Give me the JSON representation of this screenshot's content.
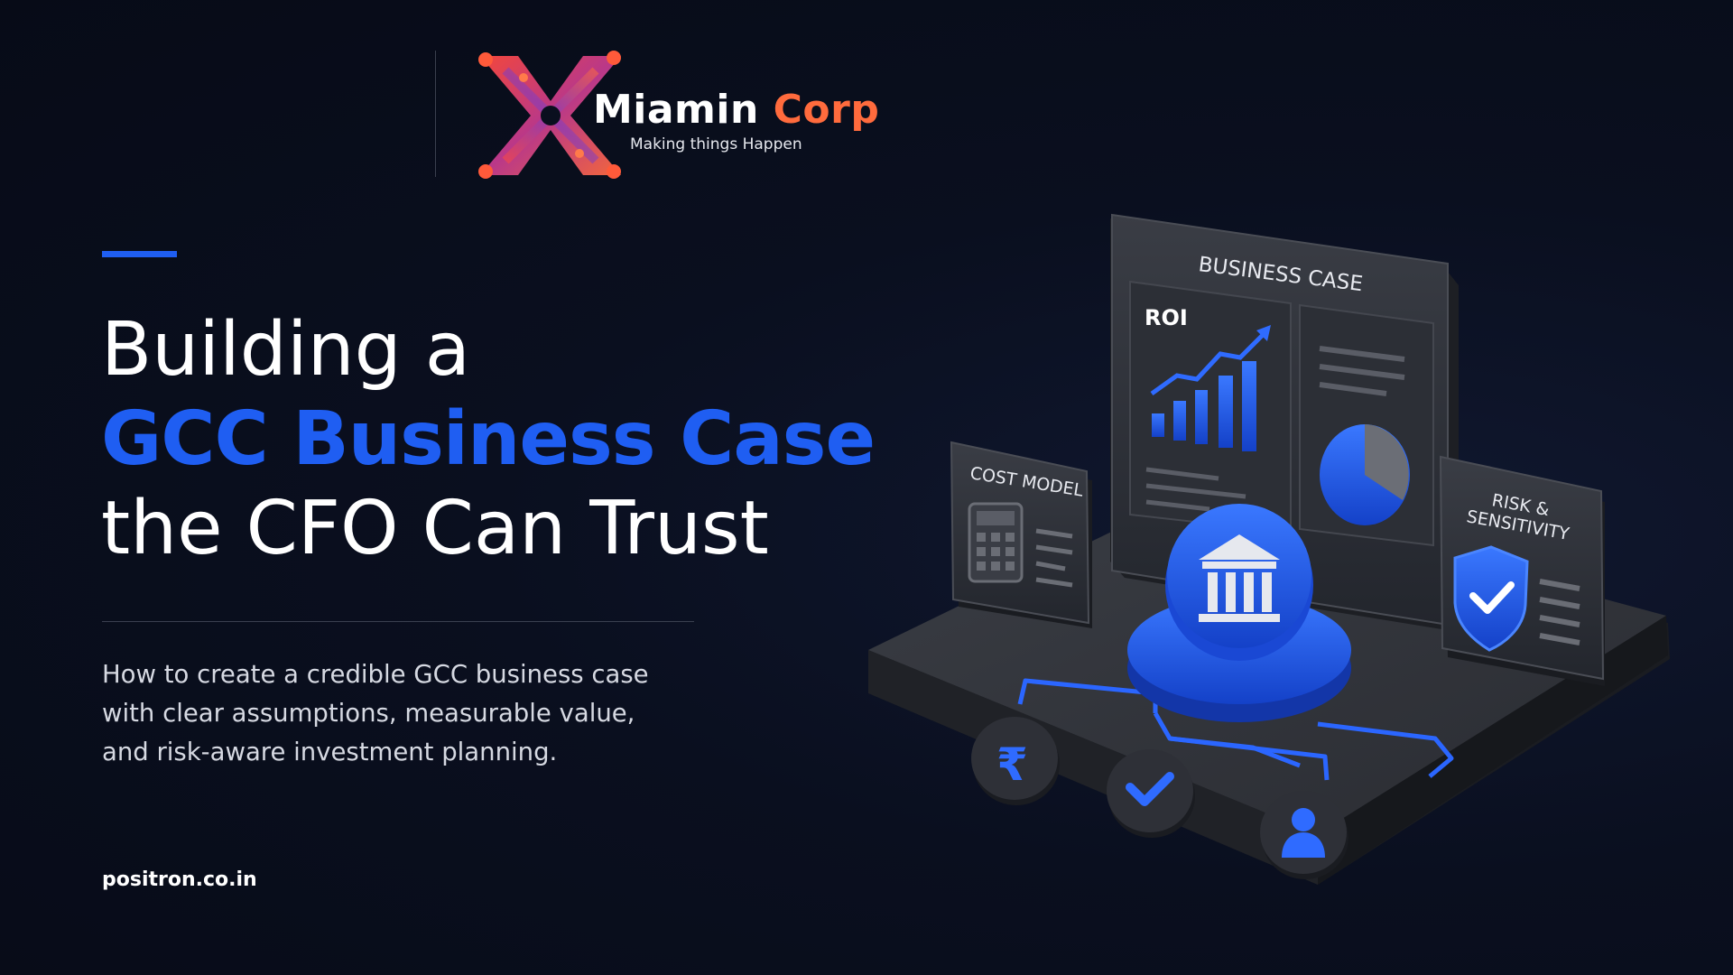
{
  "brand": {
    "name_part1": "Miamin",
    "name_part2": "Corp",
    "tagline": "Making things Happen",
    "logo_icon": "x-network-logo"
  },
  "headline": {
    "line1": "Building a",
    "line2": "GCC Business Case",
    "line3": "the CFO Can Trust"
  },
  "subtext": {
    "line1": "How to create a credible GCC business case",
    "line2": "with clear assumptions, measurable value,",
    "line3": "and risk-aware investment planning."
  },
  "footer": {
    "url": "positron.co.in"
  },
  "illustration": {
    "main_panel_title": "BUSINESS CASE",
    "roi_label": "ROI",
    "cost_panel_title": "COST MODEL",
    "risk_panel_title_line1": "RISK &",
    "risk_panel_title_line2": "SENSITIVITY",
    "icons": [
      "bank-icon",
      "rupee-icon",
      "check-icon",
      "user-icon",
      "shield-icon",
      "calculator-icon",
      "pie-chart-icon",
      "bar-chart-icon"
    ]
  },
  "colors": {
    "background": "#0a0f1f",
    "accent_blue": "#1f5ef2",
    "brand_orange": "#ff6b3d",
    "text_white": "#ffffff",
    "text_muted": "#d6d9e2"
  }
}
